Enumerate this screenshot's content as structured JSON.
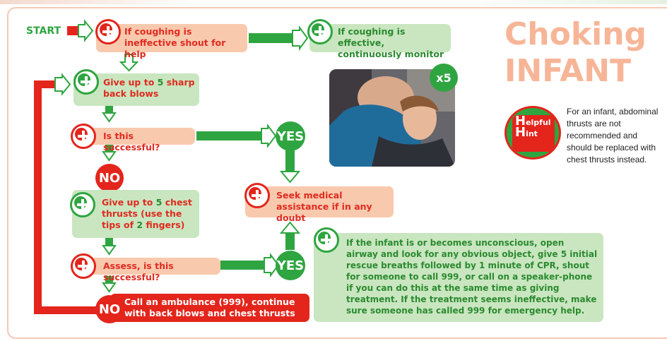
{
  "title": {
    "line1": "Choking",
    "line2": "INFANT"
  },
  "colors": {
    "red": "#e3251c",
    "green": "#2fa541",
    "peach": "#f9c9ae",
    "light_green": "#c9e6c0",
    "title_peach": "#f7b597"
  },
  "start": {
    "label": "START"
  },
  "steps": {
    "coughing_ineffective": "If coughing is ineffective shout for help",
    "coughing_effective": "If coughing is effective, continuously monitor",
    "back_blows_pre": "Give up to ",
    "back_blows_num": "5",
    "back_blows_post": " sharp back blows",
    "is_successful": "Is this successful?",
    "yes": "YES",
    "no": "NO",
    "chest_pre": "Give up to ",
    "chest_num": "5",
    "chest_post": " chest thrusts (use the tips of ",
    "chest_num2": "2",
    "chest_end": " fingers)",
    "assess_successful": "Assess, is this successful?",
    "seek_medical": "Seek medical assistance if in any doubt",
    "call_ambulance": "Call an ambulance (999), continue with back blows and chest thrusts",
    "unconscious_info": "If the infant is or becomes unconscious, open airway and look for any obvious object, give 5 initial rescue breaths followed by 1 minute of CPR, shout for someone to call 999, or call on a speaker-phone if you can do this at the same time as giving treatment. If the treatment seems ineffective, make sure someone has called 999 for emergency help."
  },
  "photo": {
    "badge": "x5"
  },
  "helpful_hint": {
    "badge_lines": [
      "elpful",
      "int"
    ],
    "badge_caps": [
      "H",
      "H"
    ],
    "text": "For an infant, abdominal thrusts are not recommended and should be replaced with chest thrusts instead."
  }
}
